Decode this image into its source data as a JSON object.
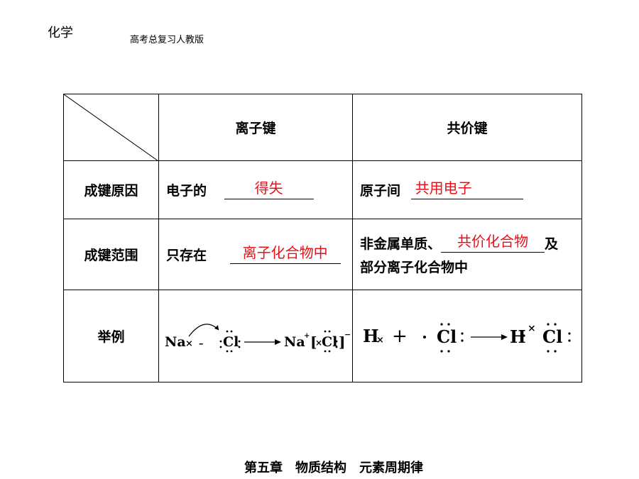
{
  "header": {
    "subject": "化学",
    "edition": "高考总复习人教版"
  },
  "table": {
    "col_headers": [
      "离子键",
      "共价键"
    ],
    "rows": [
      {
        "label": "成键原因",
        "ionic": {
          "prefix": "电子的",
          "answer": "得失"
        },
        "covalent": {
          "prefix": "原子间",
          "answer": "共用电子"
        }
      },
      {
        "label": "成键范围",
        "ionic": {
          "prefix": "只存在",
          "answer": "离子化合物中"
        },
        "covalent": {
          "prefix": "非金属单质、",
          "answer": "共价化合物",
          "suffix": "及",
          "line2": "部分离子化合物中"
        }
      },
      {
        "label": "举例",
        "ionic": {
          "na": "Na",
          "cl": "Cl",
          "na_ion": "Na",
          "cl_ion": "Cl"
        },
        "covalent": {
          "h": "H",
          "plus": "+",
          "cl": "Cl",
          "h2": "H",
          "cl2": "Cl"
        }
      }
    ]
  },
  "footer": {
    "chapter": "第五章　物质结构　元素周期律"
  },
  "colors": {
    "answer": "#e8101a"
  }
}
